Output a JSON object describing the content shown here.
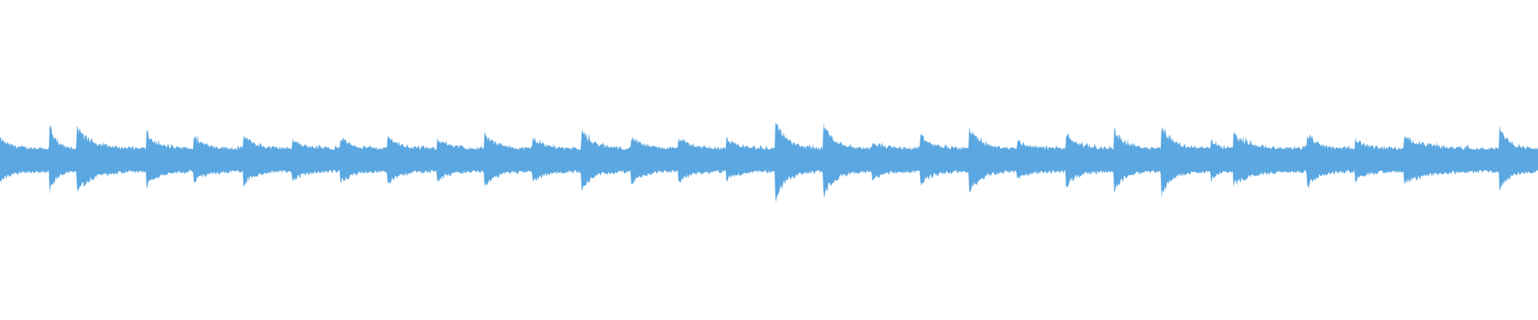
{
  "waveform": {
    "color": "#5aa7e1",
    "background": "#ffffff",
    "onsets": [
      0,
      0.032,
      0.0495,
      0.095,
      0.126,
      0.158,
      0.19,
      0.221,
      0.252,
      0.284,
      0.315,
      0.346,
      0.378,
      0.41,
      0.441,
      0.472,
      0.504,
      0.535,
      0.567,
      0.598,
      0.63,
      0.661,
      0.693,
      0.724,
      0.755,
      0.787,
      0.802,
      0.85,
      0.881,
      0.913,
      0.975
    ],
    "peaks": [
      0.2,
      0.33,
      0.3,
      0.25,
      0.22,
      0.24,
      0.2,
      0.22,
      0.23,
      0.21,
      0.25,
      0.22,
      0.28,
      0.23,
      0.22,
      0.2,
      0.38,
      0.35,
      0.18,
      0.24,
      0.32,
      0.19,
      0.25,
      0.3,
      0.33,
      0.21,
      0.24,
      0.25,
      0.2,
      0.22,
      0.3
    ]
  }
}
